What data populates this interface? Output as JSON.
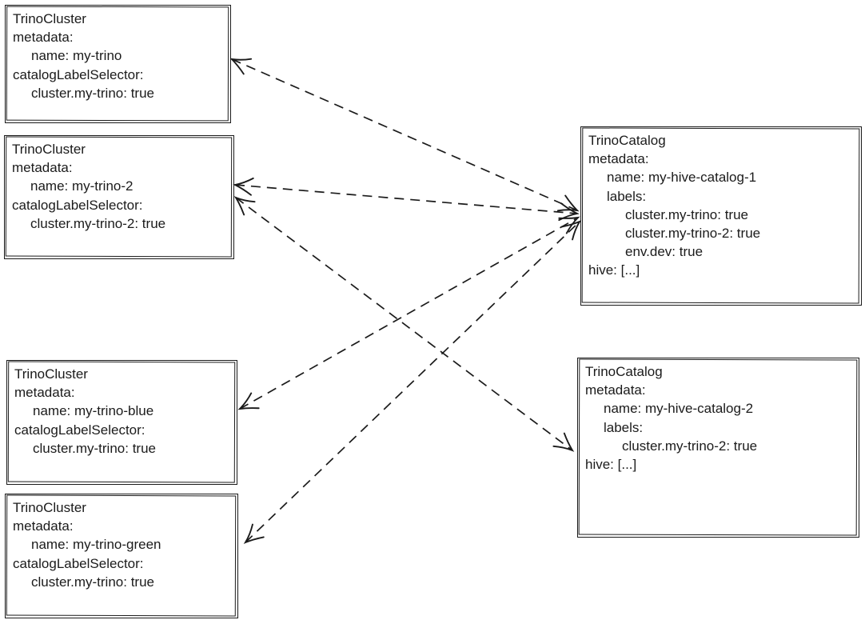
{
  "diagram": {
    "background_color": "#ffffff",
    "ink_color": "#1b1b1b",
    "nodes": [
      {
        "id": "cluster-my-trino",
        "kind": "TrinoCluster",
        "lines": [
          {
            "text": "TrinoCluster",
            "indent": 0
          },
          {
            "text": "metadata:",
            "indent": 0
          },
          {
            "text": "name: my-trino",
            "indent": 1
          },
          {
            "text": "catalogLabelSelector:",
            "indent": 0
          },
          {
            "text": "cluster.my-trino: true",
            "indent": 1
          }
        ]
      },
      {
        "id": "cluster-my-trino-2",
        "kind": "TrinoCluster",
        "lines": [
          {
            "text": "TrinoCluster",
            "indent": 0
          },
          {
            "text": "metadata:",
            "indent": 0
          },
          {
            "text": "name: my-trino-2",
            "indent": 1
          },
          {
            "text": "catalogLabelSelector:",
            "indent": 0
          },
          {
            "text": "cluster.my-trino-2: true",
            "indent": 1
          }
        ]
      },
      {
        "id": "cluster-my-trino-blue",
        "kind": "TrinoCluster",
        "lines": [
          {
            "text": "TrinoCluster",
            "indent": 0
          },
          {
            "text": "metadata:",
            "indent": 0
          },
          {
            "text": "name: my-trino-blue",
            "indent": 1
          },
          {
            "text": "catalogLabelSelector:",
            "indent": 0
          },
          {
            "text": "cluster.my-trino: true",
            "indent": 1
          }
        ]
      },
      {
        "id": "cluster-my-trino-green",
        "kind": "TrinoCluster",
        "lines": [
          {
            "text": "TrinoCluster",
            "indent": 0
          },
          {
            "text": "metadata:",
            "indent": 0
          },
          {
            "text": "name: my-trino-green",
            "indent": 1
          },
          {
            "text": "catalogLabelSelector:",
            "indent": 0
          },
          {
            "text": "cluster.my-trino: true",
            "indent": 1
          }
        ]
      },
      {
        "id": "catalog-my-hive-catalog-1",
        "kind": "TrinoCatalog",
        "lines": [
          {
            "text": "TrinoCatalog",
            "indent": 0
          },
          {
            "text": "metadata:",
            "indent": 0
          },
          {
            "text": "name: my-hive-catalog-1",
            "indent": 1
          },
          {
            "text": "labels:",
            "indent": 1
          },
          {
            "text": "cluster.my-trino: true",
            "indent": 2
          },
          {
            "text": "cluster.my-trino-2: true",
            "indent": 2
          },
          {
            "text": "env.dev: true",
            "indent": 2
          },
          {
            "text": "hive: [...]",
            "indent": 0
          }
        ]
      },
      {
        "id": "catalog-my-hive-catalog-2",
        "kind": "TrinoCatalog",
        "lines": [
          {
            "text": "TrinoCatalog",
            "indent": 0
          },
          {
            "text": "metadata:",
            "indent": 0
          },
          {
            "text": "name: my-hive-catalog-2",
            "indent": 1
          },
          {
            "text": "labels:",
            "indent": 1
          },
          {
            "text": "cluster.my-trino-2: true",
            "indent": 2
          },
          {
            "text": "hive: [...]",
            "indent": 0
          }
        ]
      }
    ],
    "edges": [
      {
        "from": "catalog-my-hive-catalog-1",
        "to": "cluster-my-trino",
        "line": "dashed",
        "arrowheads": "both"
      },
      {
        "from": "catalog-my-hive-catalog-1",
        "to": "cluster-my-trino-2",
        "line": "dashed",
        "arrowheads": "both"
      },
      {
        "from": "catalog-my-hive-catalog-1",
        "to": "cluster-my-trino-blue",
        "line": "dashed",
        "arrowheads": "both"
      },
      {
        "from": "catalog-my-hive-catalog-1",
        "to": "cluster-my-trino-green",
        "line": "dashed",
        "arrowheads": "both"
      },
      {
        "from": "cluster-my-trino-2",
        "to": "catalog-my-hive-catalog-2",
        "line": "dashed",
        "arrowheads": "both"
      }
    ]
  }
}
